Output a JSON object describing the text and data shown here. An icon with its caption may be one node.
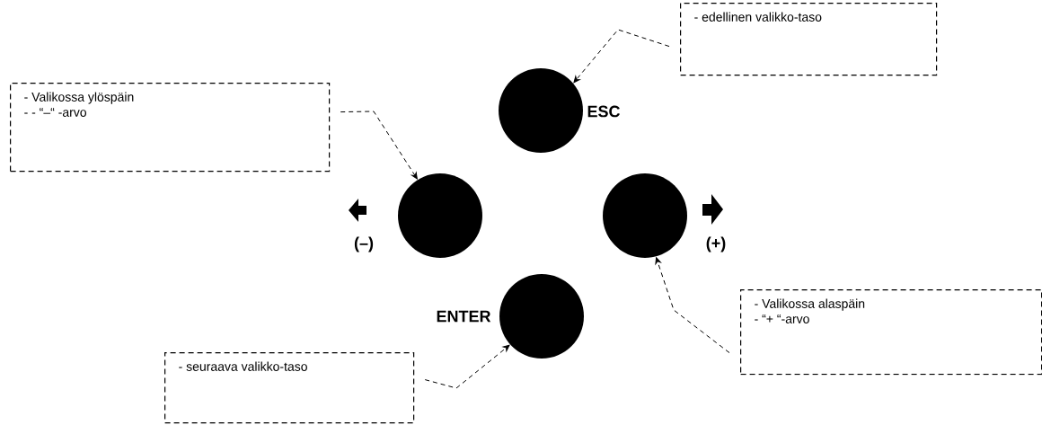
{
  "diagram": {
    "nodes": [
      {
        "text": [
          "- edellinen valikko-taso"
        ]
      },
      {
        "text": [],
        "shape": "circle",
        "beside": [
          "ESC"
        ]
      },
      {
        "text": [
          "- Valikossa ylöspäin",
          "- -  “–“ -arvo"
        ]
      },
      {
        "text": [],
        "shape": "circle",
        "beside": [
          "(–)"
        ]
      },
      {
        "text": [],
        "shape": "circle",
        "beside": [
          "(+)"
        ]
      },
      {
        "text": [],
        "shape": "circle",
        "beside": [
          "ENTER"
        ]
      },
      {
        "text": [
          "- seuraava valikko-taso"
        ]
      },
      {
        "text": [
          "- Valikossa alaspäin",
          "- “+ “-arvo"
        ]
      }
    ],
    "edges": [
      {
        "from": 0,
        "to": 1,
        "arrow": "to",
        "style": "dashed"
      },
      {
        "from": 2,
        "to": 3,
        "arrow": "to",
        "style": "dashed"
      },
      {
        "from": 6,
        "to": 5,
        "arrow": "to",
        "style": "dashed"
      },
      {
        "from": 7,
        "to": 4,
        "arrow": "to",
        "style": "dashed"
      }
    ]
  }
}
